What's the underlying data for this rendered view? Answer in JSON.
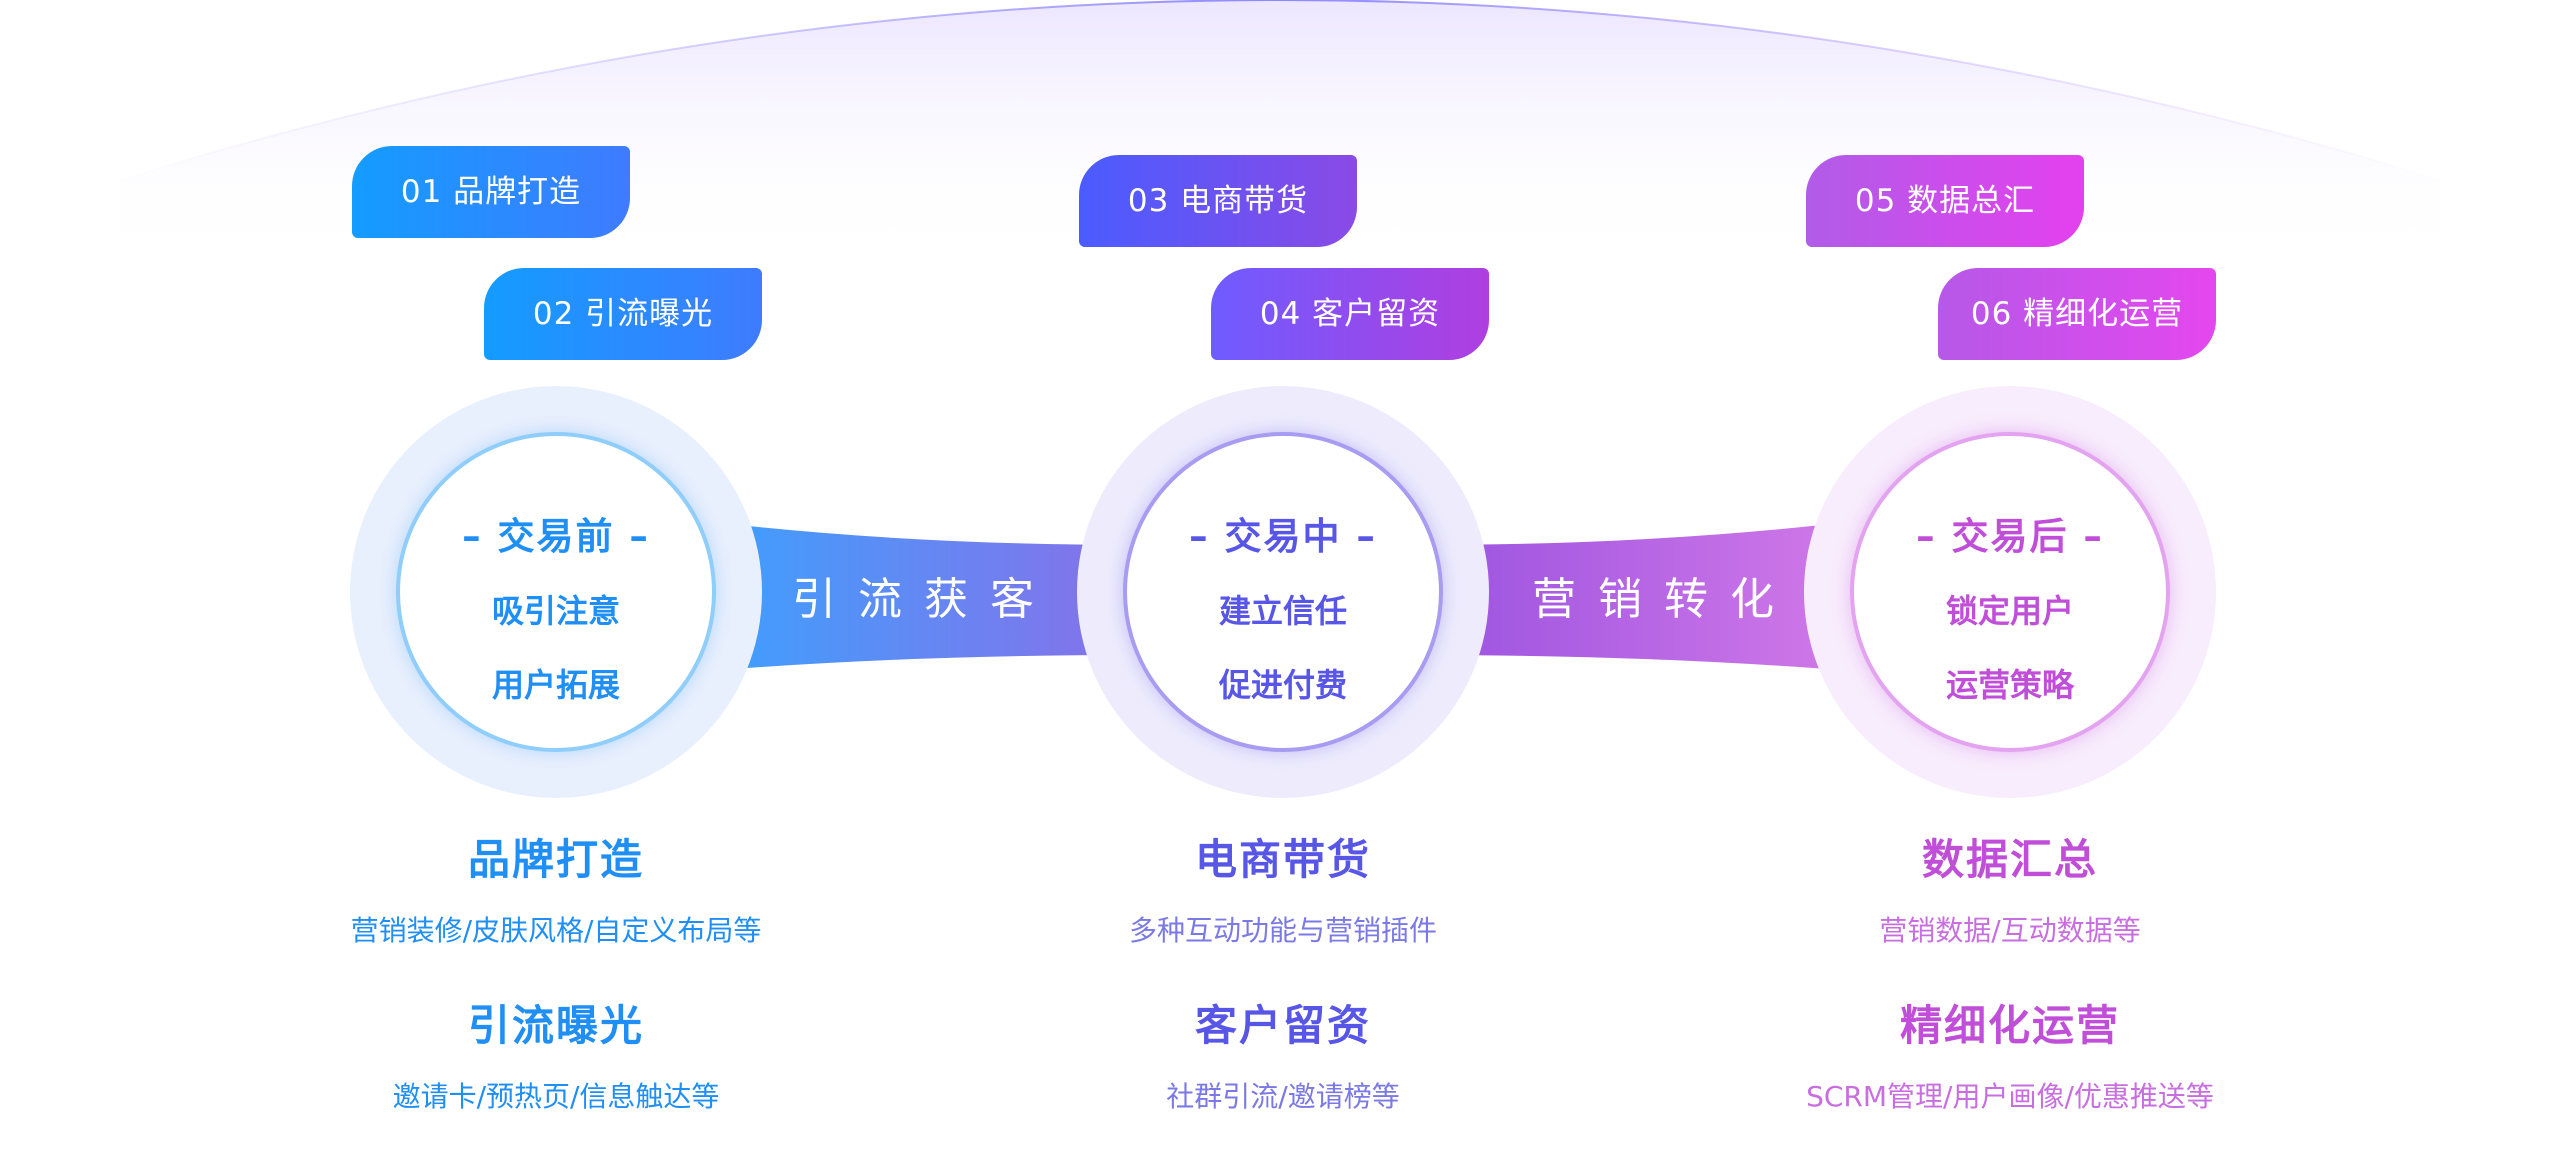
{
  "colors": {
    "blue": "#1f8ef5",
    "indigo": "#5856e6",
    "magenta": "#c04ed8"
  },
  "tags": [
    {
      "label": "01 品牌打造"
    },
    {
      "label": "02 引流曝光"
    },
    {
      "label": "03 电商带货"
    },
    {
      "label": "04 客户留资"
    },
    {
      "label": "05 数据总汇"
    },
    {
      "label": "06 精细化运营"
    }
  ],
  "stages": [
    {
      "title": "– 交易前 –",
      "line1": "吸引注意",
      "line2": "用户拓展"
    },
    {
      "title": "– 交易中 –",
      "line1": "建立信任",
      "line2": "促进付费"
    },
    {
      "title": "– 交易后 –",
      "line1": "锁定用户",
      "line2": "运营策略"
    }
  ],
  "bands": [
    {
      "label": "引流获客"
    },
    {
      "label": "营销转化"
    }
  ],
  "features": [
    {
      "title": "品牌打造",
      "desc": "营销装修/皮肤风格/自定义布局等"
    },
    {
      "title": "引流曝光",
      "desc": "邀请卡/预热页/信息触达等"
    },
    {
      "title": "电商带货",
      "desc": "多种互动功能与营销插件"
    },
    {
      "title": "客户留资",
      "desc": "社群引流/邀请榜等"
    },
    {
      "title": "数据汇总",
      "desc": "营销数据/互动数据等"
    },
    {
      "title": "精细化运营",
      "desc": "SCRM管理/用户画像/优惠推送等"
    }
  ]
}
